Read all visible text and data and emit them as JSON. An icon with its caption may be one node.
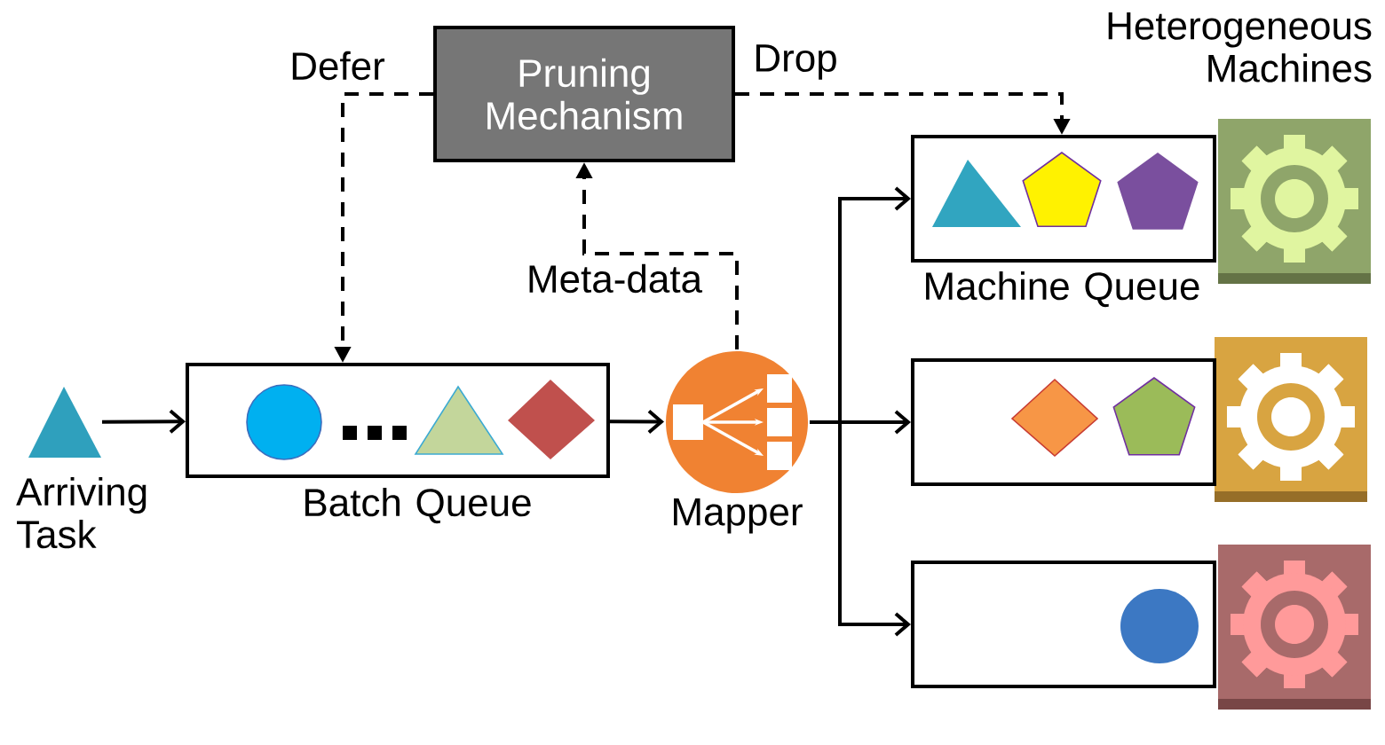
{
  "diagram": {
    "nodes": [
      {
        "text": [
          "Pruning Mechanism"
        ]
      },
      {
        "text": [
          "Arriving Task"
        ]
      },
      {
        "text": [
          "Batch Queue"
        ]
      },
      {
        "text": [
          "Mapper"
        ]
      },
      {
        "text": [
          "Machine Queue"
        ]
      },
      {
        "text": [],
        "shape": "box"
      },
      {
        "text": [],
        "shape": "box"
      }
    ],
    "edges": [
      {
        "from": 1,
        "to": 2,
        "arrow": "to"
      },
      {
        "from": 2,
        "to": 3,
        "arrow": "to"
      },
      {
        "from": 3,
        "to": 4,
        "arrow": "to"
      },
      {
        "from": 3,
        "to": 5,
        "arrow": "to"
      },
      {
        "from": 3,
        "to": 6,
        "arrow": "to"
      },
      {
        "from": 3,
        "to": 0,
        "arrow": "to",
        "style": "dashed",
        "label": "Meta-data"
      },
      {
        "from": 0,
        "to": 2,
        "arrow": "to",
        "style": "dashed",
        "label": "Defer"
      },
      {
        "from": 0,
        "to": 4,
        "arrow": "to",
        "style": "dashed",
        "label": "Drop"
      }
    ],
    "labels": [
      "Heterogeneous Machines"
    ]
  }
}
